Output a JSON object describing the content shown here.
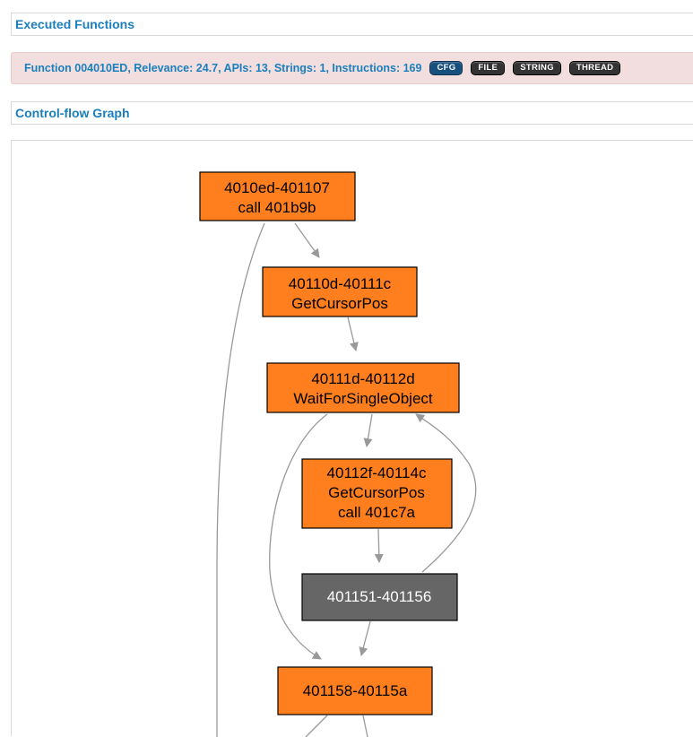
{
  "sections": {
    "executed_functions": "Executed Functions",
    "control_flow_graph": "Control-flow Graph"
  },
  "function_bar": {
    "summary": "Function 004010ED, Relevance: 24.7, APIs: 13, Strings: 1, Instructions: 169",
    "tags": [
      "CFG",
      "FILE",
      "STRING",
      "THREAD"
    ]
  },
  "graph": {
    "nodes": [
      {
        "id": "n1",
        "lines": [
          "4010ed-401107",
          "call 401b9b"
        ],
        "kind": "normal"
      },
      {
        "id": "n2",
        "lines": [
          "40110d-40111c",
          "GetCursorPos"
        ],
        "kind": "normal"
      },
      {
        "id": "n3",
        "lines": [
          "40111d-40112d",
          "WaitForSingleObject"
        ],
        "kind": "normal"
      },
      {
        "id": "n4",
        "lines": [
          "40112f-40114c",
          "GetCursorPos",
          "call 401c7a"
        ],
        "kind": "normal"
      },
      {
        "id": "n5",
        "lines": [
          "401151-401156"
        ],
        "kind": "dark"
      },
      {
        "id": "n6",
        "lines": [
          "401158-40115a"
        ],
        "kind": "normal"
      }
    ],
    "colors": {
      "node_fill": "#ff7f1e",
      "dark_fill": "#666666",
      "edge": "#999999"
    }
  }
}
